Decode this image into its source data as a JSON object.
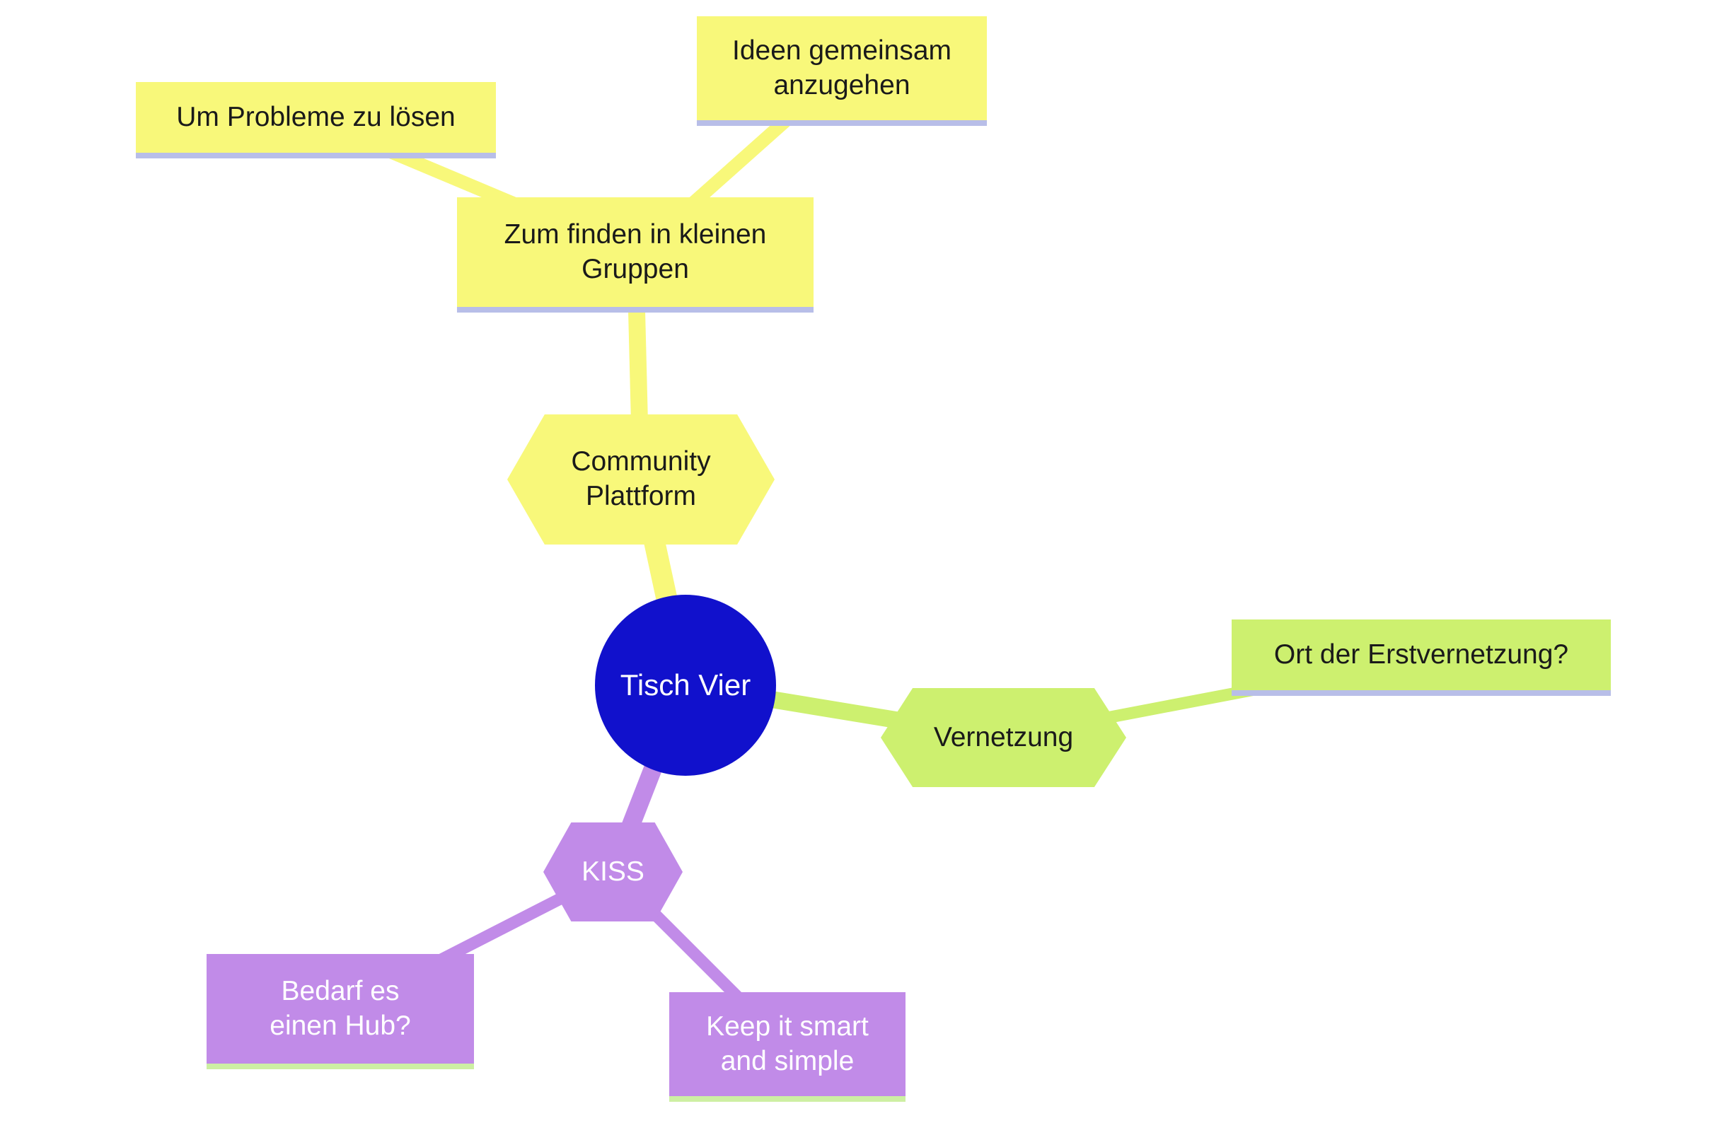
{
  "mindmap": {
    "colors": {
      "branch_yellow": "#f8f87a",
      "branch_green": "#cdf06f",
      "branch_purple": "#c18be8",
      "center_blue": "#1111cc",
      "underline_lavender": "#b8bee8",
      "underline_green": "#cdefa3",
      "text_dark": "#1a1a1a",
      "text_light": "#ffffff"
    },
    "nodes": {
      "tisch_vier": {
        "label": "Tisch Vier",
        "shape": "circle",
        "fill": "#1111cc",
        "text_color": "#ffffff"
      },
      "community_plattform": {
        "label": "Community Plattform",
        "shape": "hexagon",
        "fill": "#f8f87a",
        "text_color": "#1a1a1a"
      },
      "zum_finden": {
        "label": "Zum finden in kleinen Gruppen",
        "shape": "rectangle",
        "fill": "#f8f87a",
        "underline": "#b8bee8",
        "text_color": "#1a1a1a"
      },
      "um_probleme": {
        "label": "Um Probleme zu lösen",
        "shape": "rectangle",
        "fill": "#f8f87a",
        "underline": "#b8bee8",
        "text_color": "#1a1a1a"
      },
      "ideen": {
        "label": "Ideen gemeinsam anzugehen",
        "shape": "rectangle",
        "fill": "#f8f87a",
        "underline": "#b8bee8",
        "text_color": "#1a1a1a"
      },
      "vernetzung": {
        "label": "Vernetzung",
        "shape": "hexagon",
        "fill": "#cdf06f",
        "text_color": "#1a1a1a"
      },
      "ort_der_erstvernetzung": {
        "label": "Ort der Erstvernetzung?",
        "shape": "rectangle",
        "fill": "#cdf06f",
        "underline": "#b8bee8",
        "text_color": "#1a1a1a"
      },
      "kiss": {
        "label": "KISS",
        "shape": "hexagon",
        "fill": "#c18be8",
        "text_color": "#ffffff"
      },
      "bedarf_hub": {
        "label": "Bedarf es einen Hub?",
        "shape": "rectangle",
        "fill": "#c18be8",
        "underline": "#cdefa3",
        "text_color": "#ffffff"
      },
      "keep_it_smart": {
        "label": "Keep it smart and simple",
        "shape": "rectangle",
        "fill": "#c18be8",
        "underline": "#cdefa3",
        "text_color": "#ffffff"
      }
    },
    "edges": [
      {
        "from": "tisch_vier",
        "to": "community_plattform",
        "color": "#f8f87a"
      },
      {
        "from": "community_plattform",
        "to": "zum_finden",
        "color": "#f8f87a"
      },
      {
        "from": "zum_finden",
        "to": "um_probleme",
        "color": "#f8f87a"
      },
      {
        "from": "zum_finden",
        "to": "ideen",
        "color": "#f8f87a"
      },
      {
        "from": "tisch_vier",
        "to": "vernetzung",
        "color": "#cdf06f"
      },
      {
        "from": "vernetzung",
        "to": "ort_der_erstvernetzung",
        "color": "#cdf06f"
      },
      {
        "from": "tisch_vier",
        "to": "kiss",
        "color": "#c18be8"
      },
      {
        "from": "kiss",
        "to": "bedarf_hub",
        "color": "#c18be8"
      },
      {
        "from": "kiss",
        "to": "keep_it_smart",
        "color": "#c18be8"
      }
    ]
  }
}
